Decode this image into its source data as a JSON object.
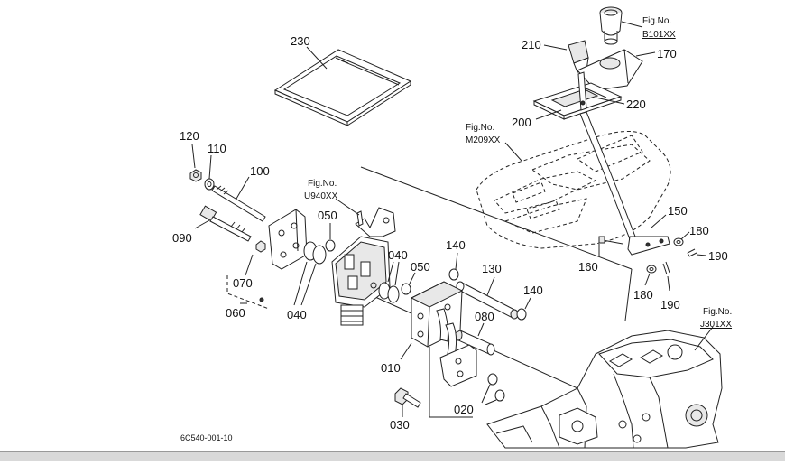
{
  "diagram_code": "6C540-001-10",
  "parts": {
    "p230": "230",
    "p210": "210",
    "p170": "170",
    "p220": "220",
    "p200": "200",
    "p120": "120",
    "p110": "110",
    "p100": "100",
    "p090": "090",
    "p050a": "050",
    "p050b": "050",
    "p040a": "040",
    "p040b": "040",
    "p070": "070",
    "p060": "060",
    "p140a": "140",
    "p140b": "140",
    "p130": "130",
    "p080": "080",
    "p010": "010",
    "p020": "020",
    "p030": "030",
    "p150": "150",
    "p160": "160",
    "p180a": "180",
    "p180b": "180",
    "p190a": "190",
    "p190b": "190"
  },
  "fig_refs": {
    "b101": {
      "label": "Fig.No.",
      "code": "B101XX"
    },
    "m209": {
      "label": "Fig.No.",
      "code": "M209XX"
    },
    "u940": {
      "label": "Fig.No.",
      "code": "U940XX"
    },
    "j301": {
      "label": "Fig.No.",
      "code": "J301XX"
    }
  }
}
